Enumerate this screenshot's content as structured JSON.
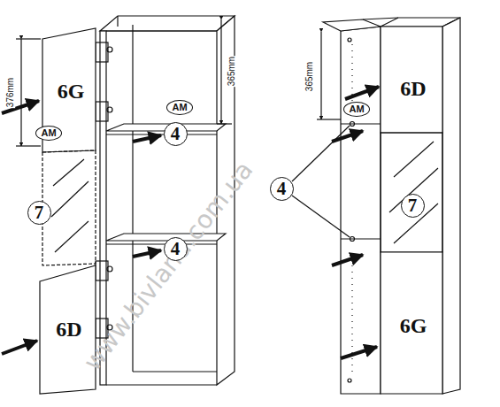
{
  "diagram": {
    "nodes": [
      {
        "text": [
          "AM"
        ]
      },
      {
        "text": [
          "AM"
        ]
      },
      {
        "text": [
          "4"
        ]
      },
      {
        "text": [
          "7"
        ]
      },
      {
        "text": [
          "4"
        ]
      },
      {
        "text": [
          "AM"
        ]
      },
      {
        "text": [
          "4"
        ]
      },
      {
        "text": [
          "7"
        ]
      }
    ],
    "labels": [
      "376mm",
      "365mm",
      "6G",
      "6D",
      "365mm",
      "6D",
      "6G",
      "www.bivland.com.ua"
    ]
  }
}
